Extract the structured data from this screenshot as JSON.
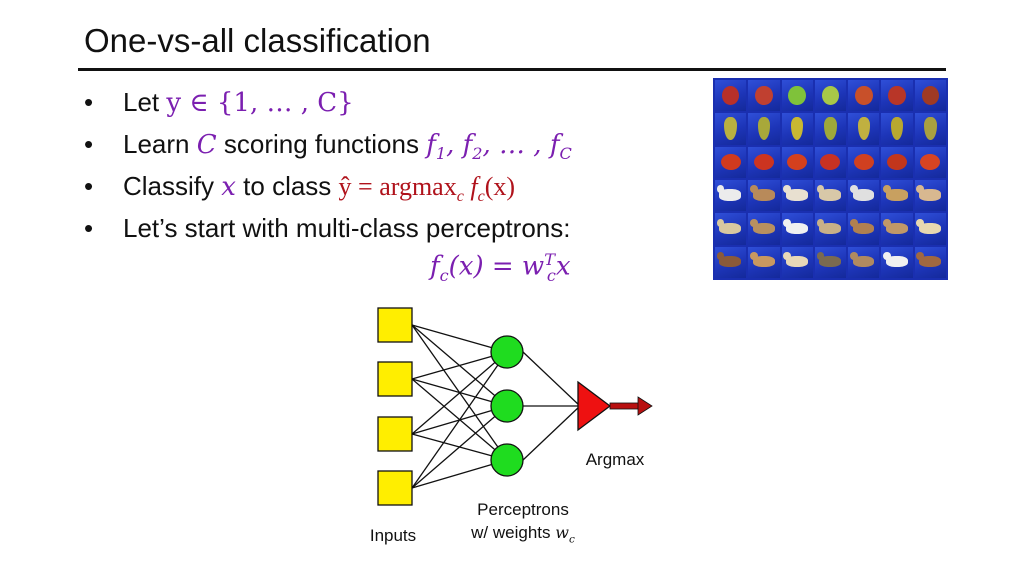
{
  "slide": {
    "title": "One-vs-all classification"
  },
  "bullets": [
    {
      "text_1": "Let",
      "math_1": "y ∈ {1, … , C}"
    },
    {
      "text_1": "Learn",
      "math_1": "C",
      "text_2": "scoring functions",
      "math_2": "f",
      "sub_1": "1",
      "math_3": ", f",
      "sub_2": "2",
      "math_4": ", … , f",
      "sub_3": "C"
    },
    {
      "text_1": "Classify",
      "math_1": "x",
      "text_2": "to class",
      "yhat": "ŷ = argmax",
      "sub_c": "c",
      "fn": "f",
      "sub_c2": "c",
      "arg": "(x)"
    },
    {
      "text_1": "Let’s start with multi-class perceptrons:"
    }
  ],
  "equation": {
    "f": "f",
    "sub": "c",
    "mid": "(x) = w",
    "sup": "T",
    "sub2": "c",
    "end": "x"
  },
  "image_grid": {
    "rows": [
      {
        "kind": "apple",
        "colors": [
          "#b8302a",
          "#c04030",
          "#7fc23a",
          "#a8c848",
          "#c8502a",
          "#b83628",
          "#a03a24"
        ]
      },
      {
        "kind": "pear",
        "colors": [
          "#b8b040",
          "#a8a83a",
          "#c8b832",
          "#9ea83a",
          "#c0b040",
          "#b8a830",
          "#a8a040"
        ]
      },
      {
        "kind": "tomato",
        "colors": [
          "#d03a1e",
          "#cc3420",
          "#d4401e",
          "#c83222",
          "#d04020",
          "#c2361c",
          "#d84422"
        ]
      },
      {
        "kind": "animal",
        "colors": [
          "#ececec",
          "#b88a5a",
          "#e8e0d0",
          "#d8c8a8",
          "#e0e0e0",
          "#c8a060",
          "#d8b890"
        ]
      },
      {
        "kind": "animal",
        "colors": [
          "#d8c8a0",
          "#b89060",
          "#f0f0f0",
          "#c8b088",
          "#b08050",
          "#c09868",
          "#e8d8b0"
        ]
      },
      {
        "kind": "animal",
        "colors": [
          "#8a5a3a",
          "#c89860",
          "#e8d8b8",
          "#7a6a50",
          "#b08a60",
          "#f0f0f0",
          "#a06840"
        ]
      }
    ]
  },
  "diagram": {
    "inputs_label": "Inputs",
    "perceptrons_label_1": "Perceptrons",
    "perceptrons_label_2": "w/ weights",
    "weights_math": "w",
    "weights_sub": "c",
    "argmax_label": "Argmax",
    "input_color": "#ffee00",
    "perceptron_color": "#1fdc1f",
    "argmax_color": "#ee1111"
  }
}
